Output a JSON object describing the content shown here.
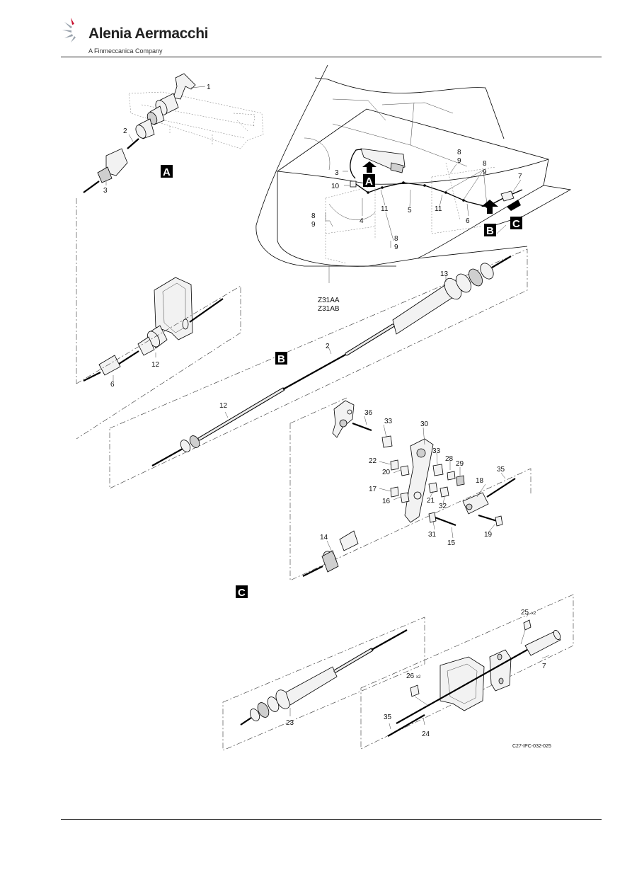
{
  "header": {
    "company_name": "Alenia Aermacchi",
    "company_tagline": "A Finmeccanica Company"
  },
  "view_flags": {
    "a": "A",
    "b": "B",
    "c": "C"
  },
  "overview_labels": {
    "item_3": "3",
    "item_10": "10",
    "item_4": "4",
    "item_11_left": "11",
    "item_5": "5",
    "item_11_right": "11",
    "item_6": "6",
    "item_7": "7",
    "item_8_top": "8",
    "item_9_top": "9",
    "item_8_right": "8",
    "item_9_right": "9",
    "item_8_left": "8",
    "item_9_left": "9",
    "item_8_bottom": "8",
    "item_9_bottom": "9",
    "zone_1": "Z31AA",
    "zone_2": "Z31AB"
  },
  "detail_a_labels": {
    "item_1": "1",
    "item_2": "2",
    "item_3": "3"
  },
  "bracket_labels": {
    "item_12": "12",
    "item_6": "6"
  },
  "cable_labels": {
    "item_13": "13",
    "item_2": "2",
    "item_12": "12"
  },
  "linkage_labels": {
    "item_36": "36",
    "item_33_top": "33",
    "item_30": "30",
    "item_33_mid": "33",
    "item_28": "28",
    "item_29": "29",
    "item_22": "22",
    "item_20": "20",
    "item_17": "17",
    "item_16": "16",
    "item_21": "21",
    "item_32": "32",
    "item_18": "18",
    "item_35": "35",
    "item_31": "31",
    "item_15": "15",
    "item_19": "19",
    "item_14": "14"
  },
  "detail_c_labels": {
    "item_25": "25",
    "item_25_qty": "x2",
    "item_7": "7",
    "item_26": "26",
    "item_26_qty": "x2",
    "item_35": "35",
    "item_24": "24",
    "item_23": "23"
  },
  "figure_code": "C27-IPC-032-025"
}
